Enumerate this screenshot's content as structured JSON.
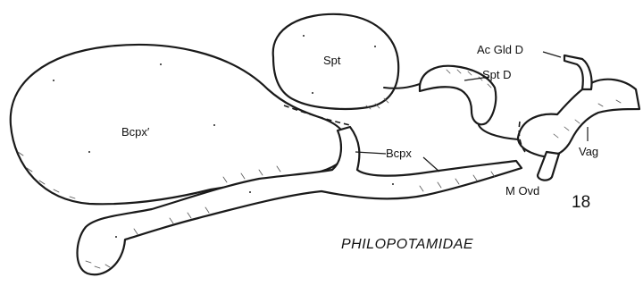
{
  "labels": {
    "spt": "Spt",
    "spt_d": "Spt D",
    "ac_gld_d": "Ac Gld D",
    "bcpx_prime": "Bcpx′",
    "bcpx": "Bcpx",
    "vag": "Vag",
    "m_ovd": "M Ovd"
  },
  "figure_number": "18",
  "family_name": "PHILOPOTAMIDAE"
}
